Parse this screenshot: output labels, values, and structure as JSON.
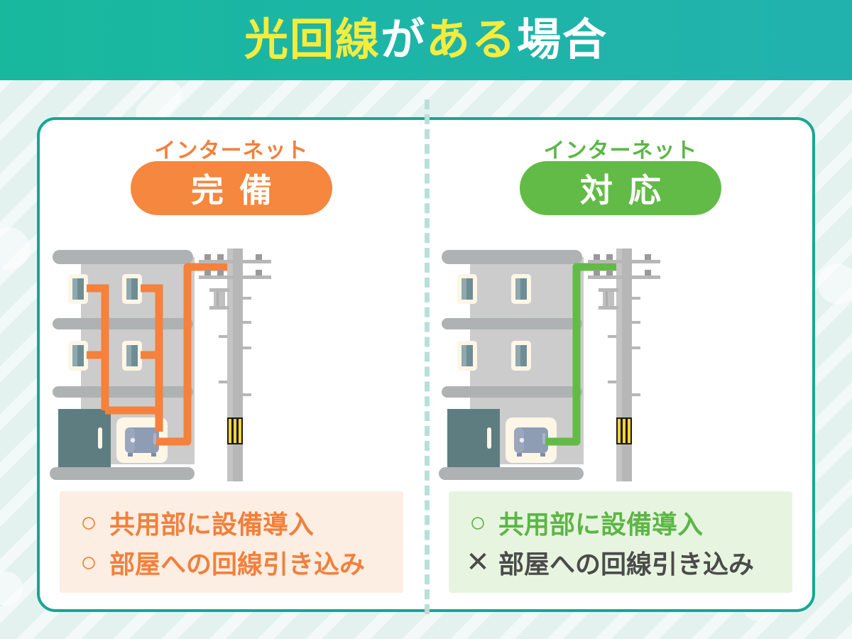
{
  "header": {
    "title_parts": [
      {
        "text": "光回線",
        "color": "#f5ec3d"
      },
      {
        "text": "が",
        "color": "#ffffff"
      },
      {
        "text": "ある",
        "color": "#f5ec3d"
      },
      {
        "text": "場合",
        "color": "#ffffff"
      }
    ],
    "title_full": "光回線がある場合",
    "background_color": "#1eb5a8"
  },
  "panels": {
    "left": {
      "label": "インターネット",
      "badge": "完備",
      "accent_color": "#f2803c",
      "caption_bg": "#fceee3",
      "captions": [
        {
          "mark": "○",
          "mark_color": "#f2803c",
          "text": "共用部に設備導入",
          "text_color": "#f2803c"
        },
        {
          "mark": "○",
          "mark_color": "#f2803c",
          "text": "部屋への回線引き込み",
          "text_color": "#f2803c"
        }
      ],
      "illustration": {
        "cable_color": "#f5813c",
        "cables_to_rooms": true,
        "building_floors": 3,
        "windows_per_floor": 2
      }
    },
    "right": {
      "label": "インターネット",
      "badge": "対応",
      "accent_color": "#5cb646",
      "caption_bg": "#e7f5e0",
      "captions": [
        {
          "mark": "○",
          "mark_color": "#5cb646",
          "text": "共用部に設備導入",
          "text_color": "#5cb646"
        },
        {
          "mark": "✕",
          "mark_color": "#4b4b4b",
          "text": "部屋への回線引き込み",
          "text_color": "#4b4b4b"
        }
      ],
      "illustration": {
        "cable_color": "#62bb46",
        "cables_to_rooms": false,
        "building_floors": 3,
        "windows_per_floor": 2
      }
    }
  },
  "theme": {
    "page_background": "#e4f2ef",
    "card_background": "#ffffff",
    "card_border": "#17a793",
    "divider": "#b8e0da",
    "building_wall": "#cccccc",
    "building_band": "#aeb2b3",
    "window_frame": "#fdf6e6",
    "window_glass": "#6e8d95",
    "door": "#5e7d80",
    "onu_body": "#8e9cb4",
    "pole": "#b7b7b7",
    "pole_stripe": "#f7d13a"
  }
}
